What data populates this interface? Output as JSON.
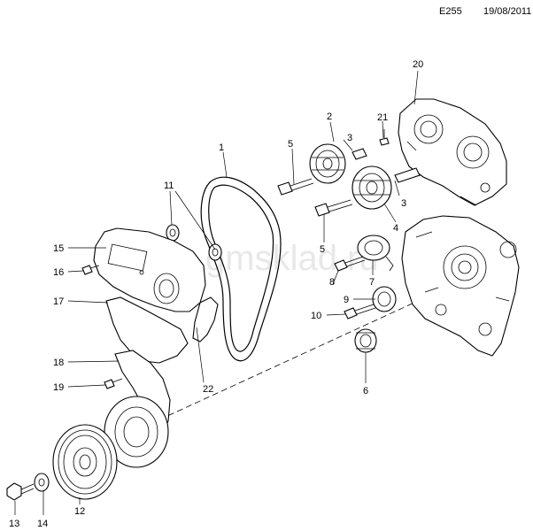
{
  "header": {
    "code": "E255",
    "date": "19/08/2011"
  },
  "watermark": "gmsklad.ru",
  "callouts": [
    "1",
    "2",
    "3",
    "3",
    "4",
    "5",
    "5",
    "6",
    "7",
    "8",
    "9",
    "10",
    "11",
    "12",
    "13",
    "14",
    "15",
    "16",
    "17",
    "18",
    "19",
    "20",
    "21",
    "22"
  ]
}
